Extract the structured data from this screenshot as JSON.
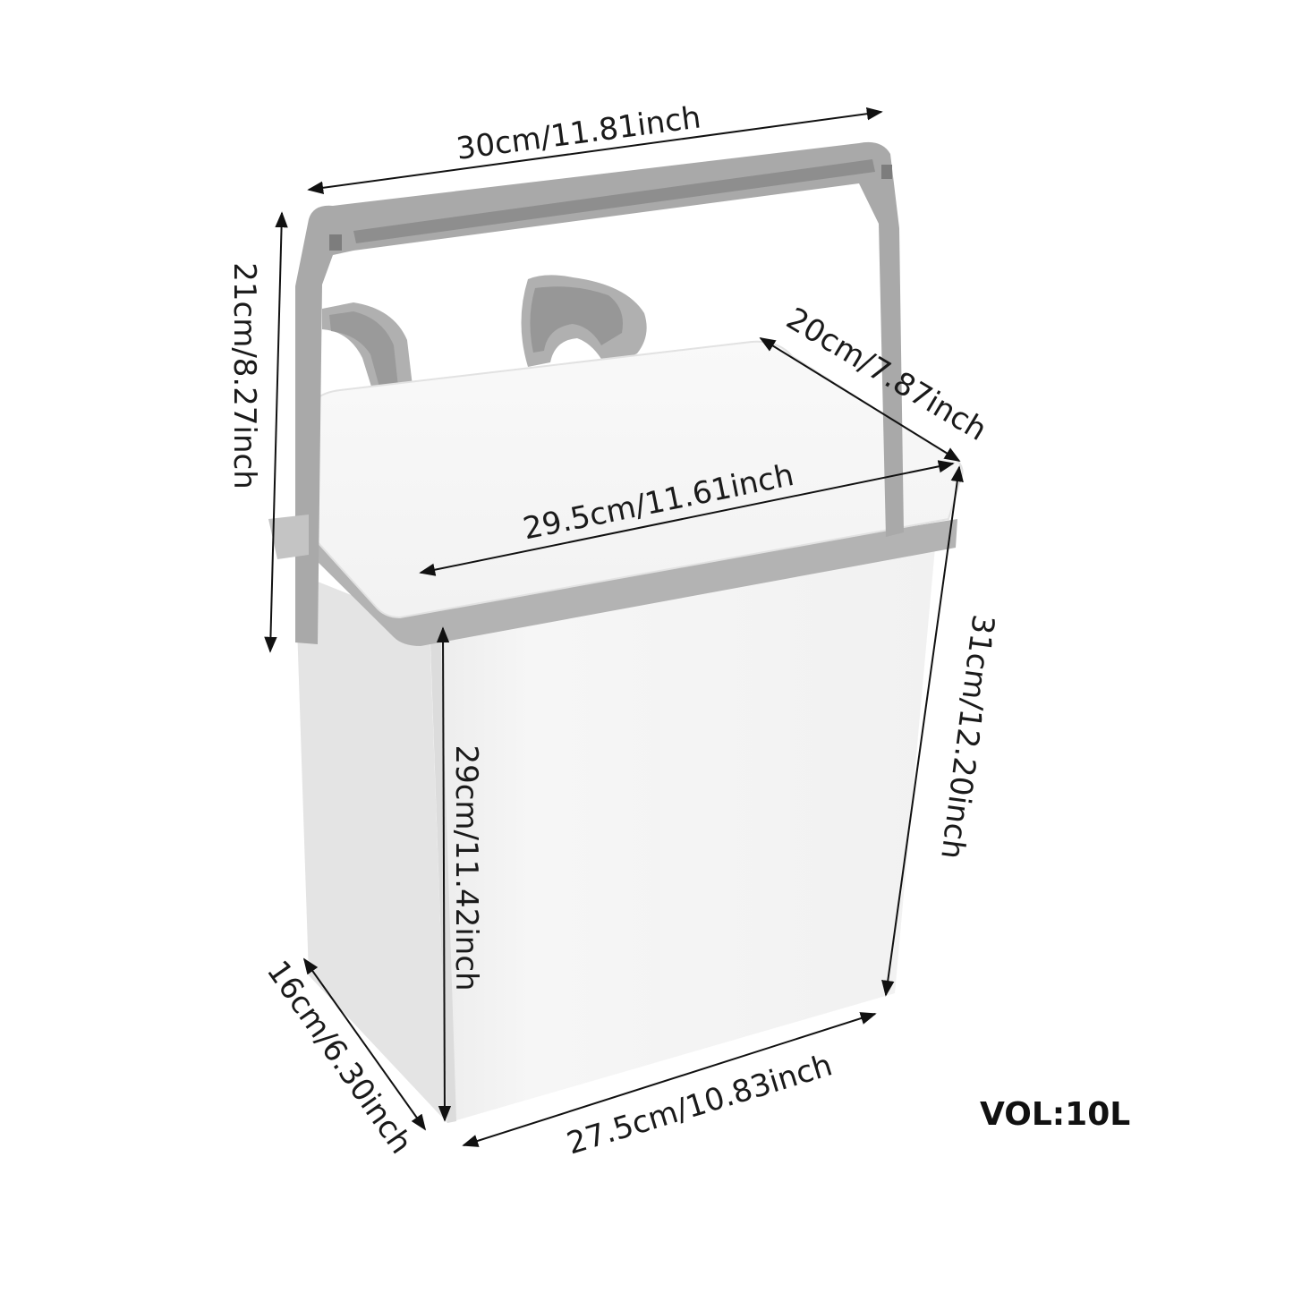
{
  "product": {
    "volume_label": "VOL:10L",
    "colors": {
      "body": "#f4f4f4",
      "lid": "#f7f7f7",
      "handle": "#a9a9a9",
      "handle_dark": "#8e8e8e",
      "trim": "#b3b3b3",
      "dimension_line": "#111111"
    }
  },
  "dimensions": {
    "handle_width": "30cm/11.81inch",
    "handle_height": "21cm/8.27inch",
    "lid_depth": "20cm/7.87inch",
    "lid_width": "29.5cm/11.61inch",
    "overall_height": "31cm/12.20inch",
    "body_height": "29cm/11.42inch",
    "base_depth": "16cm/6.30inch",
    "base_width": "27.5cm/10.83inch"
  }
}
